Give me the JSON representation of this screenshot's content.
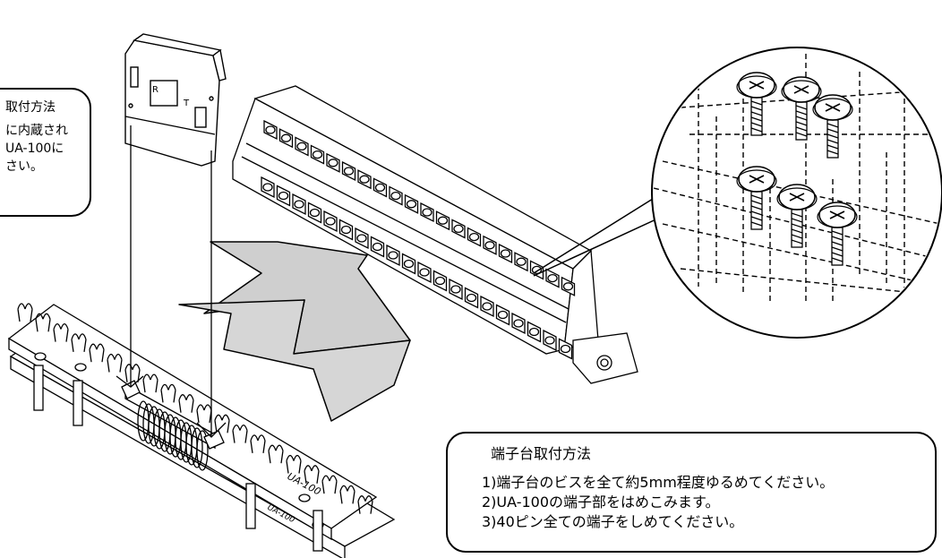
{
  "callout_left": {
    "title": "取付方法",
    "lines": [
      "に内蔵され",
      "UA-100に",
      "さい。"
    ]
  },
  "callout_bottom": {
    "title": "端子台取付方法",
    "lines": [
      "1)端子台のビスを全て約5mm程度ゆるめてください。",
      "2)UA-100の端子部をはめこみます。",
      "3)40ピン全ての端子をしめてください。"
    ]
  },
  "module_labels": {
    "r": "R",
    "t": "T"
  },
  "board_labels": {
    "top": "UA-100",
    "bottom": "UA-100"
  },
  "colors": {
    "line": "#000000",
    "arrow_fill": "#cfcfcf",
    "background": "#ffffff"
  }
}
